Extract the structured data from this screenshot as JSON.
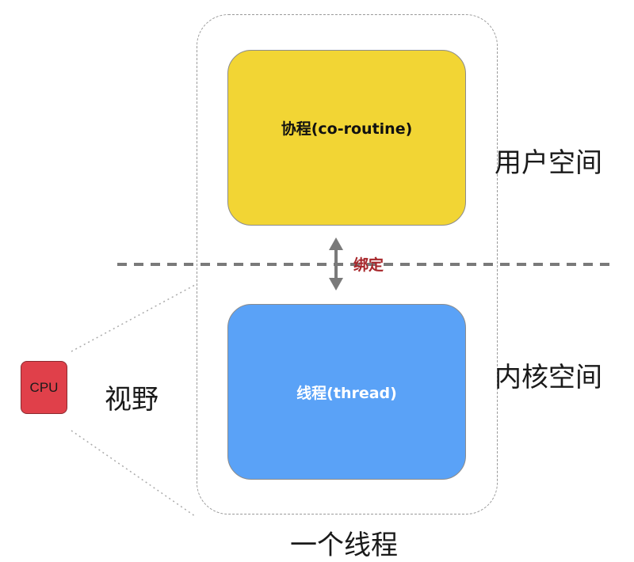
{
  "diagram": {
    "coroutine_label": "协程(co-routine)",
    "thread_label": "线程(thread)",
    "user_space_label": "用户空间",
    "kernel_space_label": "内核空间",
    "bind_label": "绑定",
    "view_label": "视野",
    "one_thread_label": "一个线程",
    "cpu_label": "CPU"
  },
  "colors": {
    "coroutine_fill": "#f2d534",
    "thread_fill": "#5aa2f7",
    "cpu_fill": "#e0404a",
    "bind_text": "#a7262a",
    "arrow": "#7a7a7a"
  }
}
